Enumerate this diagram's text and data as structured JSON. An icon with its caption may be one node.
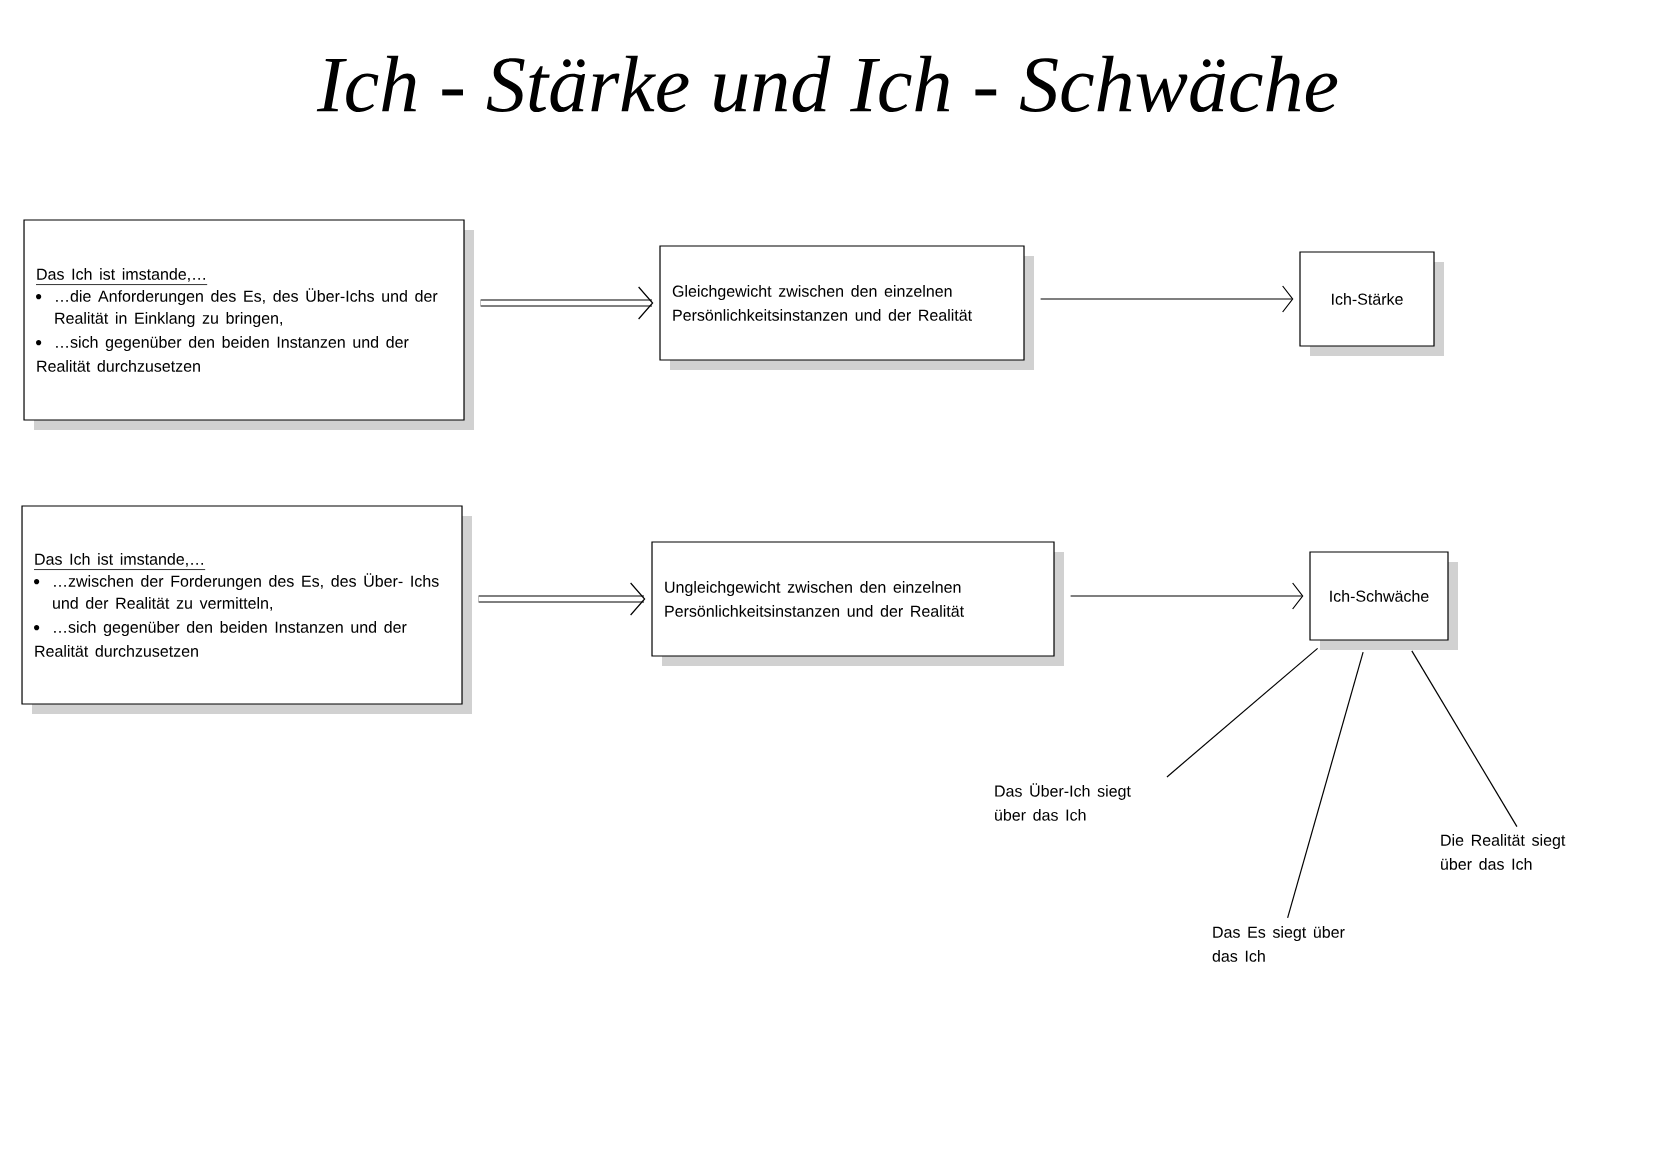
{
  "diagram": {
    "title": "Ich - Stärke und Ich - Schwäche",
    "nodes": [
      {
        "text": [
          "Das Ich ist imstande,…",
          "…die Anforderungen des Es, des Über-Ichs und der Realität in Einklang zu bringen,",
          "…sich gegenüber den beiden Instanzen und der Realität durchzusetzen"
        ]
      },
      {
        "text": [
          "Gleichgewicht zwischen den einzelnen Persönlichkeitsinstanzen und der Realität"
        ]
      },
      {
        "text": [
          "Ich-Stärke"
        ]
      },
      {
        "text": [
          "Das Ich ist imstande,…",
          "…zwischen der Forderungen des Es, des Über- Ichs und der Realität zu vermitteln,",
          "…sich gegenüber den beiden Instanzen und der Realität durchzusetzen"
        ]
      },
      {
        "text": [
          "Ungleichgewicht zwischen den einzelnen Persönlichkeitsinstanzen und der Realität"
        ]
      },
      {
        "text": [
          "Ich-Schwäche"
        ]
      },
      {
        "text": [
          "Das Über-Ich siegt über das Ich"
        ]
      },
      {
        "text": [
          "Das Es siegt über das Ich"
        ]
      },
      {
        "text": [
          "Die Realität siegt über das Ich"
        ]
      }
    ],
    "edges": [
      {
        "from": 0,
        "to": 1,
        "arrow": "to",
        "style": "thick"
      },
      {
        "from": 1,
        "to": 2,
        "arrow": "to"
      },
      {
        "from": 3,
        "to": 4,
        "arrow": "to",
        "style": "thick"
      },
      {
        "from": 4,
        "to": 5,
        "arrow": "to"
      },
      {
        "from": 5,
        "to": 6,
        "arrow": "none"
      },
      {
        "from": 5,
        "to": 7,
        "arrow": "none"
      },
      {
        "from": 5,
        "to": 8,
        "arrow": "none"
      }
    ]
  }
}
